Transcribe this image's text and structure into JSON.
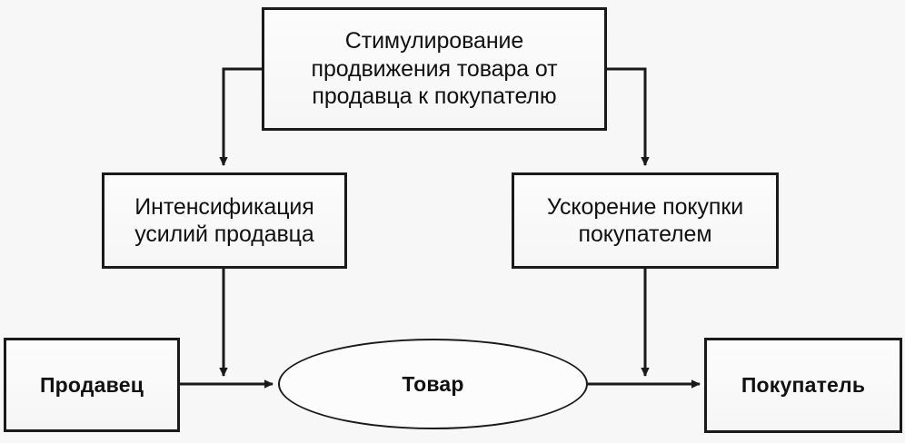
{
  "diagram": {
    "title_node": {
      "id": "stimulation",
      "text": "Стимулирование\nпродвижения товара от\nпродавца к покупателю",
      "shape": "rectangle"
    },
    "branches": [
      {
        "id": "seller-effort",
        "text": "Интенсификация\nусилий продавца",
        "shape": "rectangle"
      },
      {
        "id": "buyer-speed",
        "text": "Ускорение покупки\nпокупателем",
        "shape": "rectangle"
      }
    ],
    "flow": [
      {
        "id": "seller",
        "text": "Продавец",
        "shape": "rectangle"
      },
      {
        "id": "product",
        "text": "Товар",
        "shape": "ellipse"
      },
      {
        "id": "buyer",
        "text": "Покупатель",
        "shape": "rectangle"
      }
    ],
    "colors": {
      "stroke": "#1a1a1a",
      "background": "#f7f7f7",
      "node_fill": "#fbfbfb",
      "text": "#111111"
    },
    "connectors": [
      {
        "id": "top-to-left",
        "from": "stimulation",
        "to": "seller-effort",
        "style": "elbow-arrow"
      },
      {
        "id": "top-to-right",
        "from": "stimulation",
        "to": "buyer-speed",
        "style": "elbow-arrow"
      },
      {
        "id": "left-to-flow",
        "from": "seller-effort",
        "to": "product",
        "style": "straight-arrow"
      },
      {
        "id": "right-to-flow",
        "from": "buyer-speed",
        "to": "buyer",
        "style": "straight-arrow"
      },
      {
        "id": "seller-to-product",
        "from": "seller",
        "to": "product",
        "style": "straight-arrow"
      },
      {
        "id": "product-to-buyer",
        "from": "product",
        "to": "buyer",
        "style": "straight-arrow"
      }
    ]
  }
}
